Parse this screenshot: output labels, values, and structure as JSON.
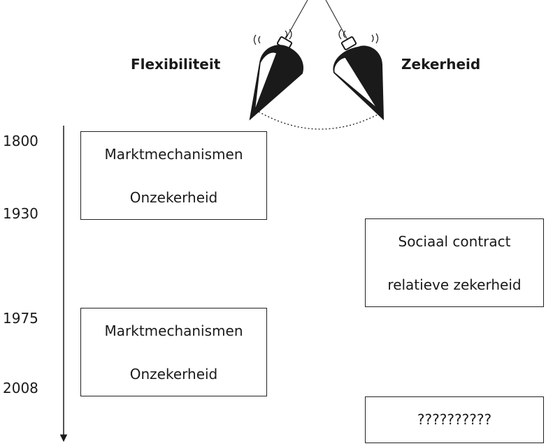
{
  "header": {
    "left_label": "Flexibiliteit",
    "right_label": "Zekerheid"
  },
  "timeline": {
    "years": [
      "1800",
      "1930",
      "1975",
      "2008"
    ]
  },
  "boxes": [
    {
      "line1": "Marktmechanismen",
      "line2": "Onzekerheid"
    },
    {
      "line1": "Sociaal contract",
      "line2": "relatieve zekerheid"
    },
    {
      "line1": "Marktmechanismen",
      "line2": "Onzekerheid"
    },
    {
      "line1": "??????????"
    }
  ],
  "colors": {
    "ink": "#1a1a1a",
    "background": "#ffffff"
  }
}
